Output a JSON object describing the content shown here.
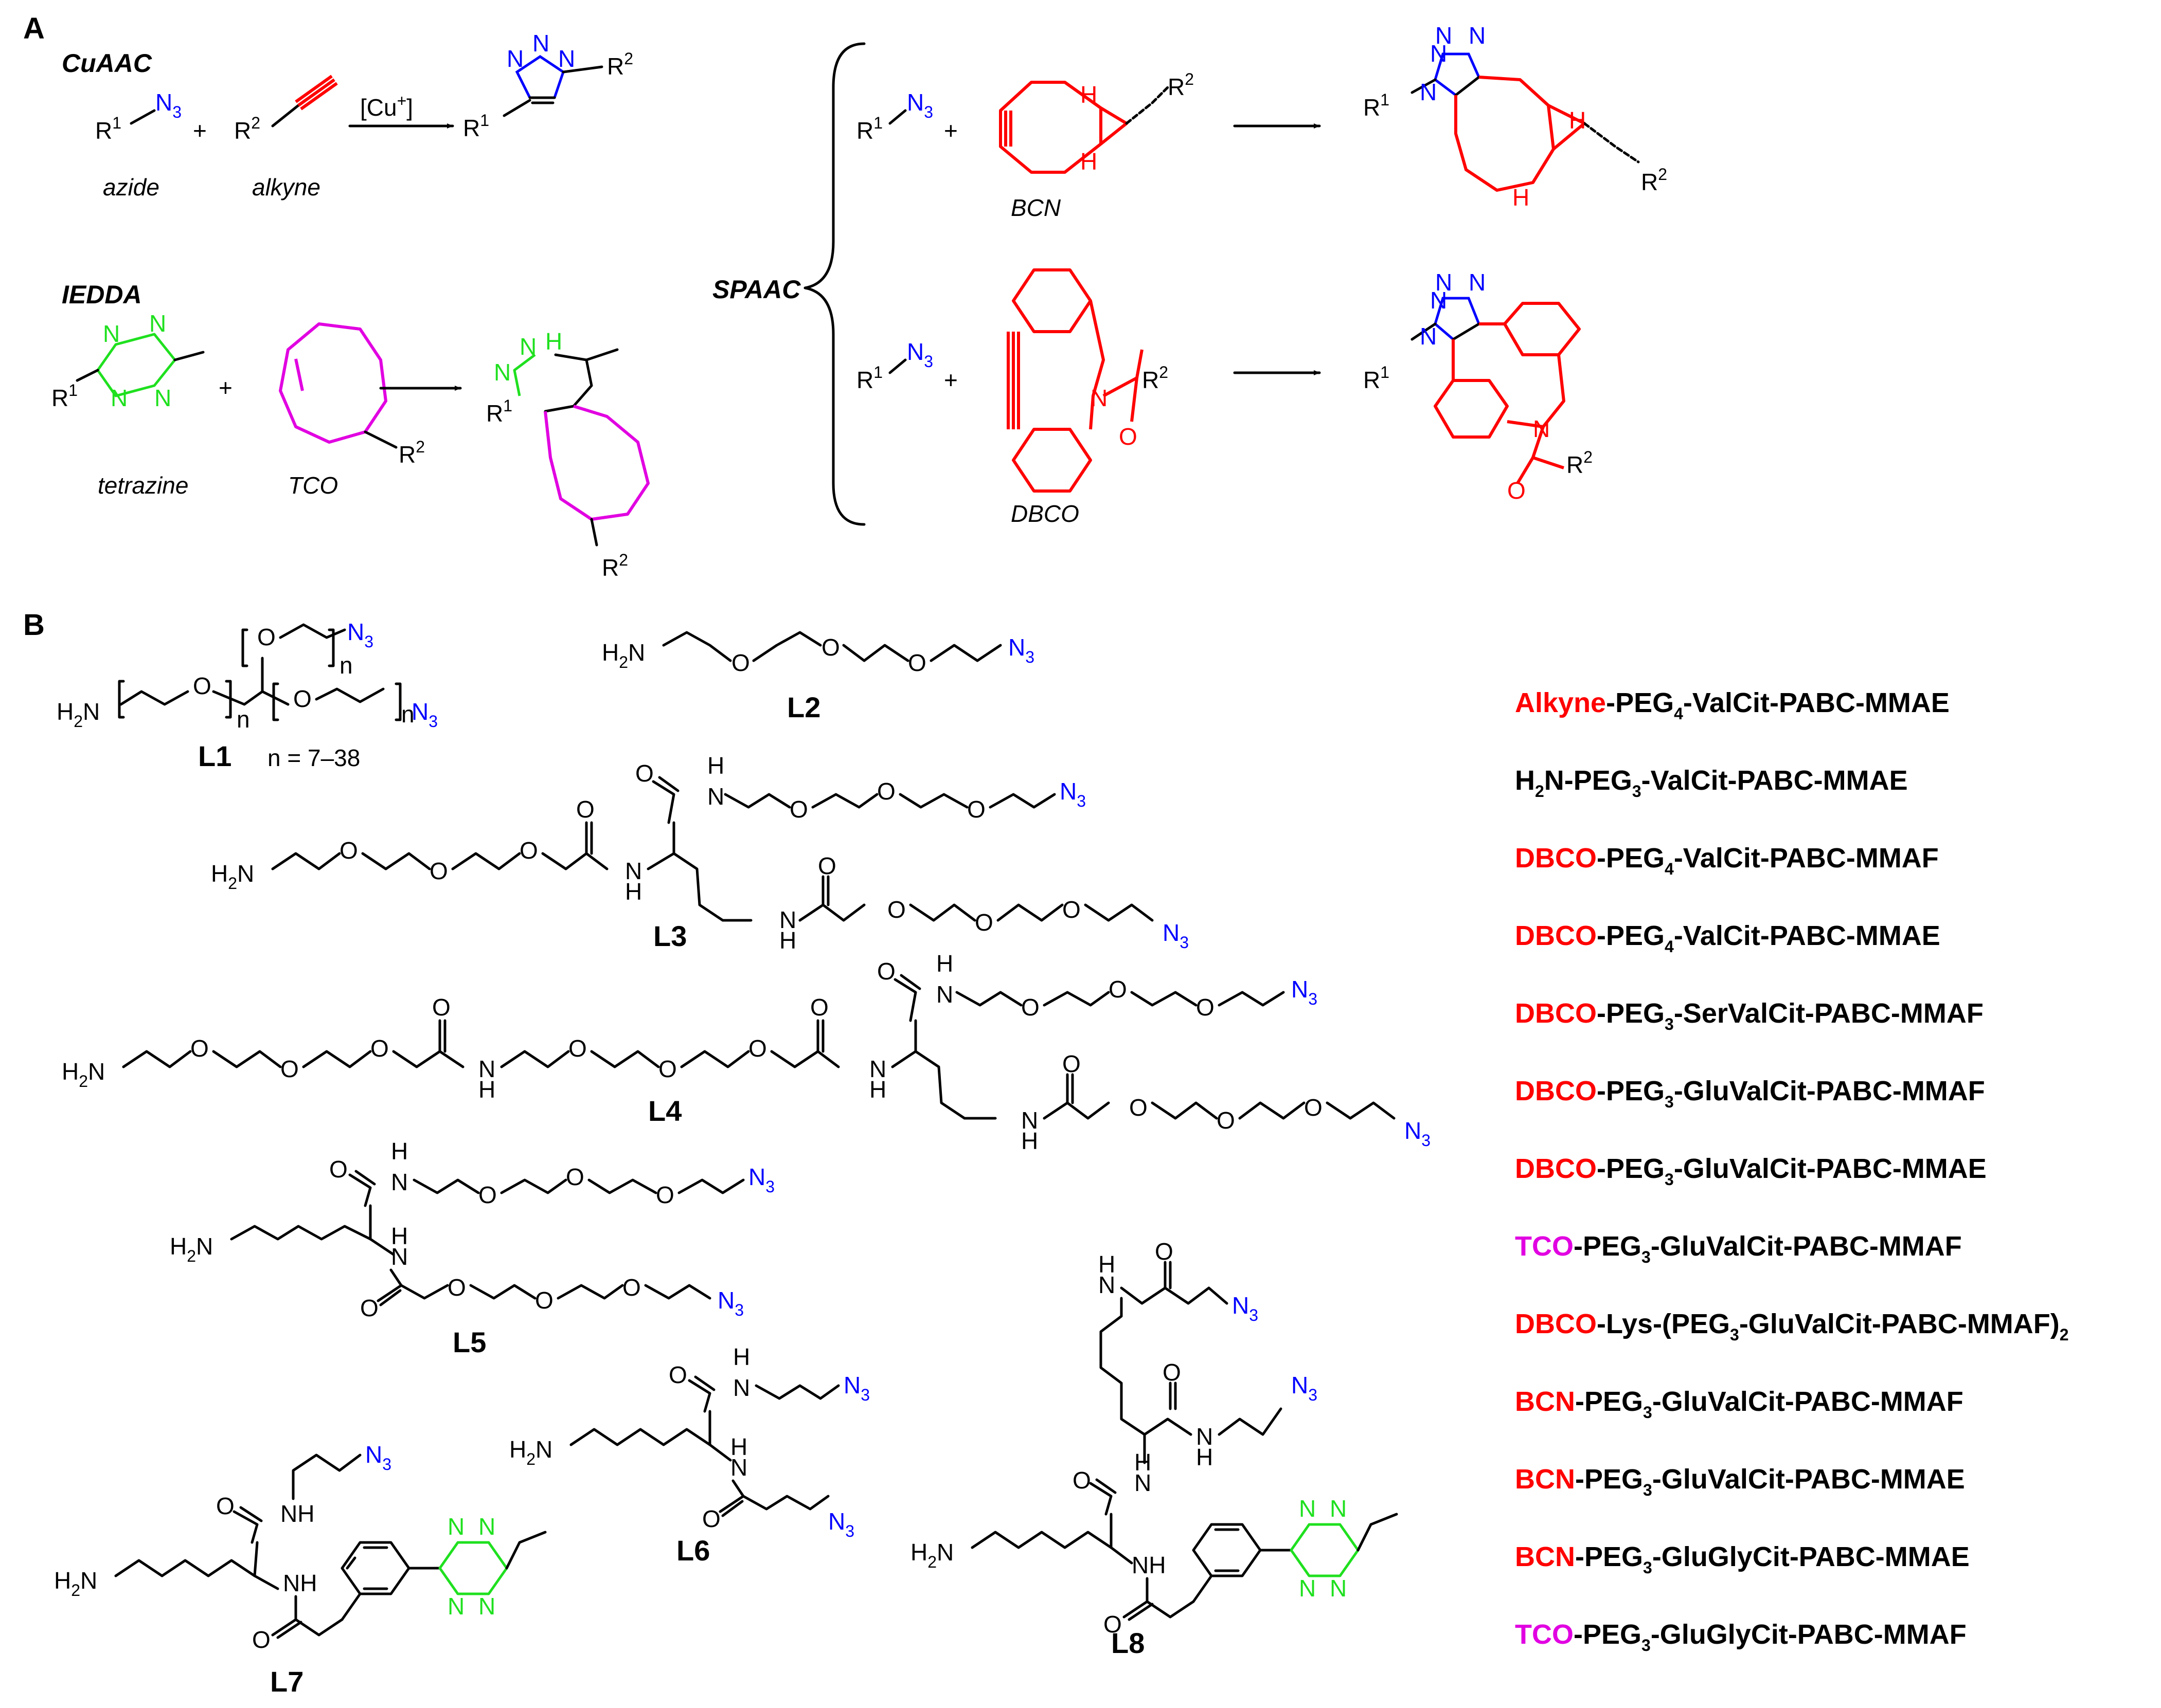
{
  "panels": {
    "a": "A",
    "b": "B"
  },
  "colors": {
    "azide": "#0000ff",
    "strained": "#ff0000",
    "tco": "#e100e1",
    "tetrazine": "#1fe01f",
    "text": "#000000"
  },
  "panel_a": {
    "cuaac": {
      "heading": "CuAAC",
      "azide_label": "azide",
      "alkyne_label": "alkyne",
      "catalyst": "[Cu",
      "catalyst_sup": "+",
      "catalyst_close": "]",
      "plus": "+"
    },
    "iedda": {
      "heading": "IEDDA",
      "tetrazine_label": "tetrazine",
      "tco_label": "TCO",
      "plus": "+"
    },
    "spaac": {
      "heading": "SPAAC",
      "bcn_label": "BCN",
      "dbco_label": "DBCO",
      "plus": "+"
    },
    "atoms": {
      "r": "R",
      "one": "1",
      "two": "2",
      "n": "N",
      "three": "3",
      "h": "H",
      "o": "O"
    }
  },
  "panel_b": {
    "linkers": [
      {
        "id": "L1",
        "note": "n = 7–38"
      },
      {
        "id": "L2"
      },
      {
        "id": "L3"
      },
      {
        "id": "L4"
      },
      {
        "id": "L5"
      },
      {
        "id": "L6"
      },
      {
        "id": "L7"
      },
      {
        "id": "L8"
      }
    ],
    "atoms": {
      "h2n": "H",
      "h2n_sub": "2",
      "h2n_n": "N",
      "n3": "N",
      "n3_sub": "3",
      "o": "O",
      "nh": "NH",
      "h": "H",
      "n": "N",
      "sub_n": "n"
    },
    "conjugates": [
      {
        "handle": "Alkyne",
        "handle_color": "#ff0000",
        "pre": "-PEG",
        "sub": "4",
        "post": "-ValCit-PABC-MMAE",
        "tail_sub": ""
      },
      {
        "handle": "H",
        "handle_color": "#000000",
        "handle_sub": "2",
        "handle_rest": "N",
        "pre": "-PEG",
        "sub": "3",
        "post": "-ValCit-PABC-MMAE",
        "tail_sub": ""
      },
      {
        "handle": "DBCO",
        "handle_color": "#ff0000",
        "pre": "-PEG",
        "sub": "4",
        "post": "-ValCit-PABC-MMAF",
        "tail_sub": ""
      },
      {
        "handle": "DBCO",
        "handle_color": "#ff0000",
        "pre": "-PEG",
        "sub": "4",
        "post": "-ValCit-PABC-MMAE",
        "tail_sub": ""
      },
      {
        "handle": "DBCO",
        "handle_color": "#ff0000",
        "pre": "-PEG",
        "sub": "3",
        "post": "-SerValCit-PABC-MMAF",
        "tail_sub": ""
      },
      {
        "handle": "DBCO",
        "handle_color": "#ff0000",
        "pre": "-PEG",
        "sub": "3",
        "post": "-GluValCit-PABC-MMAF",
        "tail_sub": ""
      },
      {
        "handle": "DBCO",
        "handle_color": "#ff0000",
        "pre": "-PEG",
        "sub": "3",
        "post": "-GluValCit-PABC-MMAE",
        "tail_sub": ""
      },
      {
        "handle": "TCO",
        "handle_color": "#e100e1",
        "pre": "-PEG",
        "sub": "3",
        "post": "-GluValCit-PABC-MMAF",
        "tail_sub": ""
      },
      {
        "handle": "DBCO",
        "handle_color": "#ff0000",
        "pre": "-Lys-(PEG",
        "sub": "3",
        "post": "-GluValCit-PABC-MMAF)",
        "tail_sub": "2"
      },
      {
        "handle": "BCN",
        "handle_color": "#ff0000",
        "pre": "-PEG",
        "sub": "3",
        "post": "-GluValCit-PABC-MMAF",
        "tail_sub": ""
      },
      {
        "handle": "BCN",
        "handle_color": "#ff0000",
        "pre": "-PEG",
        "sub": "3",
        "post": "-GluValCit-PABC-MMAE",
        "tail_sub": ""
      },
      {
        "handle": "BCN",
        "handle_color": "#ff0000",
        "pre": "-PEG",
        "sub": "3",
        "post": "-GluGlyCit-PABC-MMAE",
        "tail_sub": ""
      },
      {
        "handle": "TCO",
        "handle_color": "#e100e1",
        "pre": "-PEG",
        "sub": "3",
        "post": "-GluGlyCit-PABC-MMAF",
        "tail_sub": ""
      }
    ]
  }
}
